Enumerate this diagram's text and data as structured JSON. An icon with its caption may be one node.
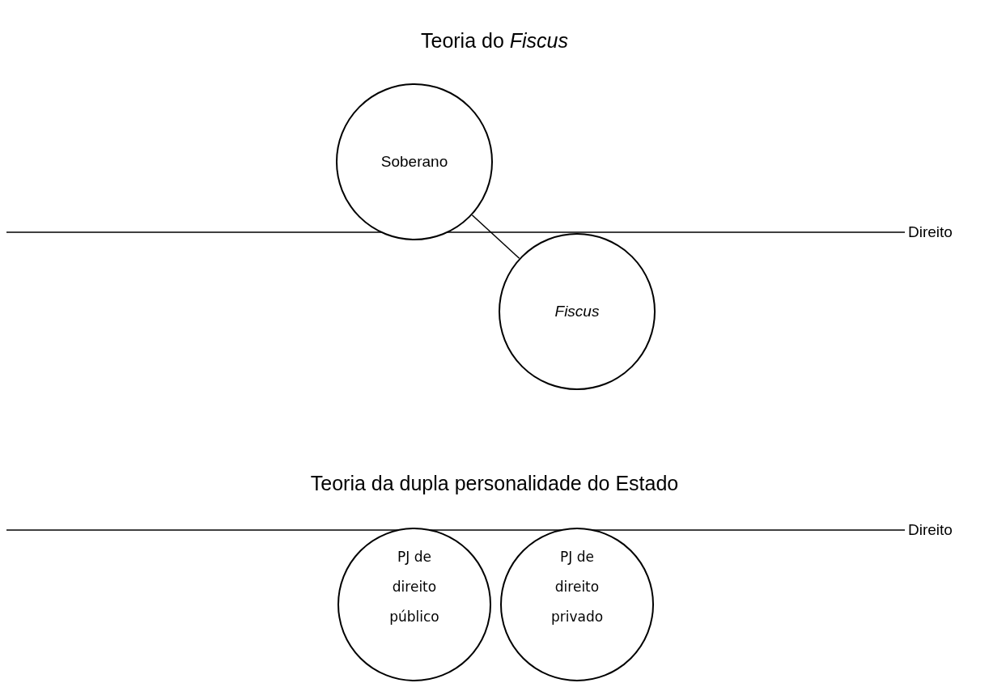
{
  "diagram": {
    "title": "Teoria do *Fiscus*",
    "nodes": [
      {
        "text": [
          "Soberano"
        ]
      },
      {
        "text": [
          "*Fiscus*"
        ]
      },
      {
        "text": [
          "PJ de direito público"
        ]
      },
      {
        "text": [
          "PJ de direito privado"
        ]
      }
    ],
    "edges": [
      {
        "from": 0,
        "to": 1,
        "arrow": "none"
      }
    ],
    "labels": [
      "Direito",
      "Teoria da dupla personalidade do Estado",
      "Direito"
    ]
  }
}
